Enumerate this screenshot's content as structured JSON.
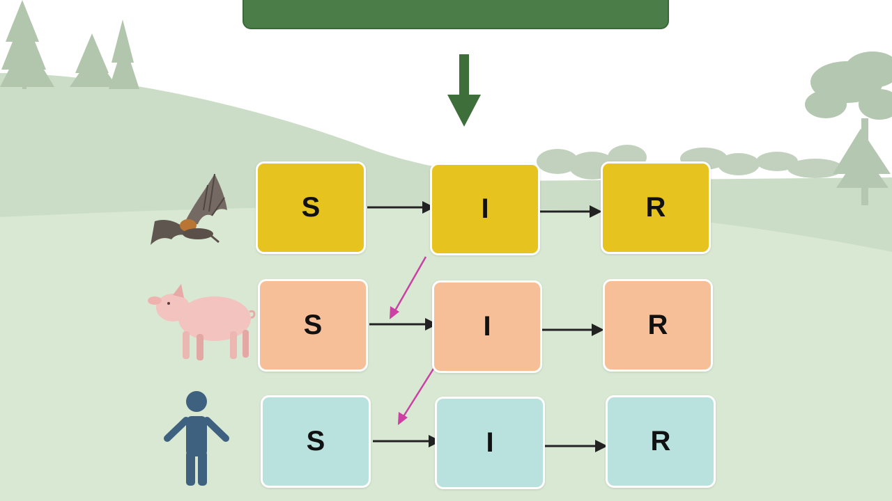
{
  "colors": {
    "banner": "#4a7d47",
    "main_arrow": "#3e6e3a",
    "bat_row": "#e6c31f",
    "pig_row": "#f6bf97",
    "human_row": "#b9e2df",
    "transition_arrow": "#222222",
    "spillover_arrow": "#cc3fa3",
    "hill_back": "#cbddc6",
    "meadow": "#d9e8d3"
  },
  "rows": [
    {
      "host": "bat-icon",
      "nodes": [
        {
          "label": "S"
        },
        {
          "label": "I"
        },
        {
          "label": "R"
        }
      ]
    },
    {
      "host": "pig-icon",
      "nodes": [
        {
          "label": "S"
        },
        {
          "label": "I"
        },
        {
          "label": "R"
        }
      ]
    },
    {
      "host": "human-icon",
      "nodes": [
        {
          "label": "S"
        },
        {
          "label": "I"
        },
        {
          "label": "R"
        }
      ]
    }
  ]
}
